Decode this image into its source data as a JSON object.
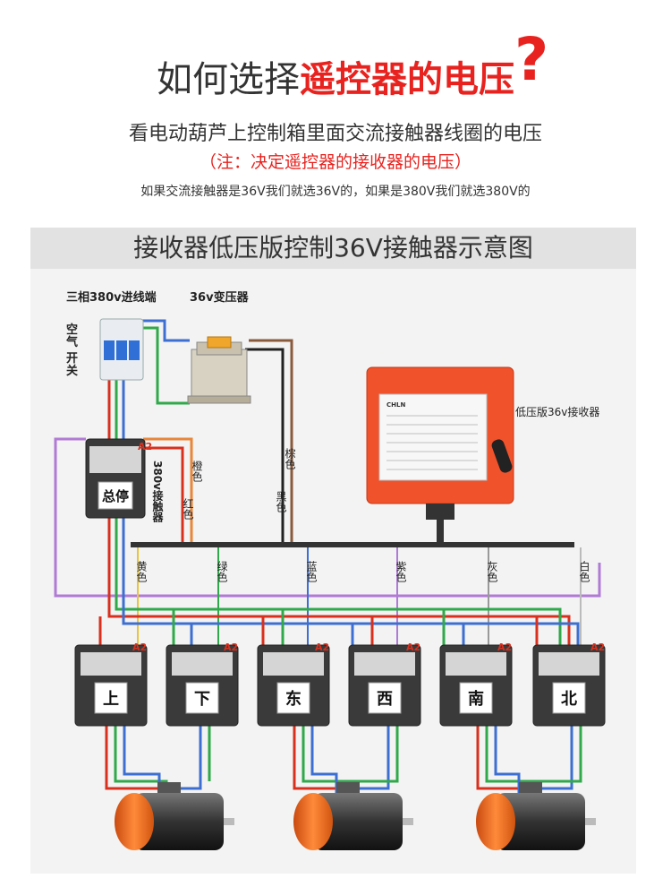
{
  "heading": {
    "plain": "如何选择",
    "highlight": "遥控器的电压",
    "question_mark": "?"
  },
  "subtitle_1": "看电动葫芦上控制箱里面交流接触器线圈的电压",
  "subtitle_2": "（注：决定遥控器的接收器的电压）",
  "subtitle_3": "如果交流接触器是36V我们就选36V的，如果是380V我们就选380V的",
  "banner": "接收器低压版控制36V接触器示意图",
  "diagram": {
    "label_input": "三相380v进线端",
    "label_transformer": "36v变压器",
    "label_breaker": [
      "空",
      "气",
      "开",
      "关"
    ],
    "label_receiver": "低压版36v接收器",
    "label_main_contactor_side": "380v接触器",
    "main_contactor_face": "总停",
    "receiver_brand": "CHLN",
    "wire_labels_upper": [
      "橙色",
      "红色",
      "黑色",
      "棕色"
    ],
    "wire_labels_bus": [
      "黄色",
      "绿色",
      "蓝色",
      "紫色",
      "灰色",
      "白色"
    ],
    "contactors": [
      "上",
      "下",
      "东",
      "西",
      "南",
      "北"
    ],
    "terminal_a2": "A2",
    "terminal_a1": "A1",
    "colors": {
      "red": "#d9301e",
      "green": "#2fa94a",
      "blue": "#3c6fd1",
      "purple": "#b07ad6",
      "orange": "#e8863a",
      "brown": "#8a5a3c",
      "black": "#222222",
      "receiver_body": "#f0522b",
      "motor_orange": "#f06a1c"
    }
  }
}
